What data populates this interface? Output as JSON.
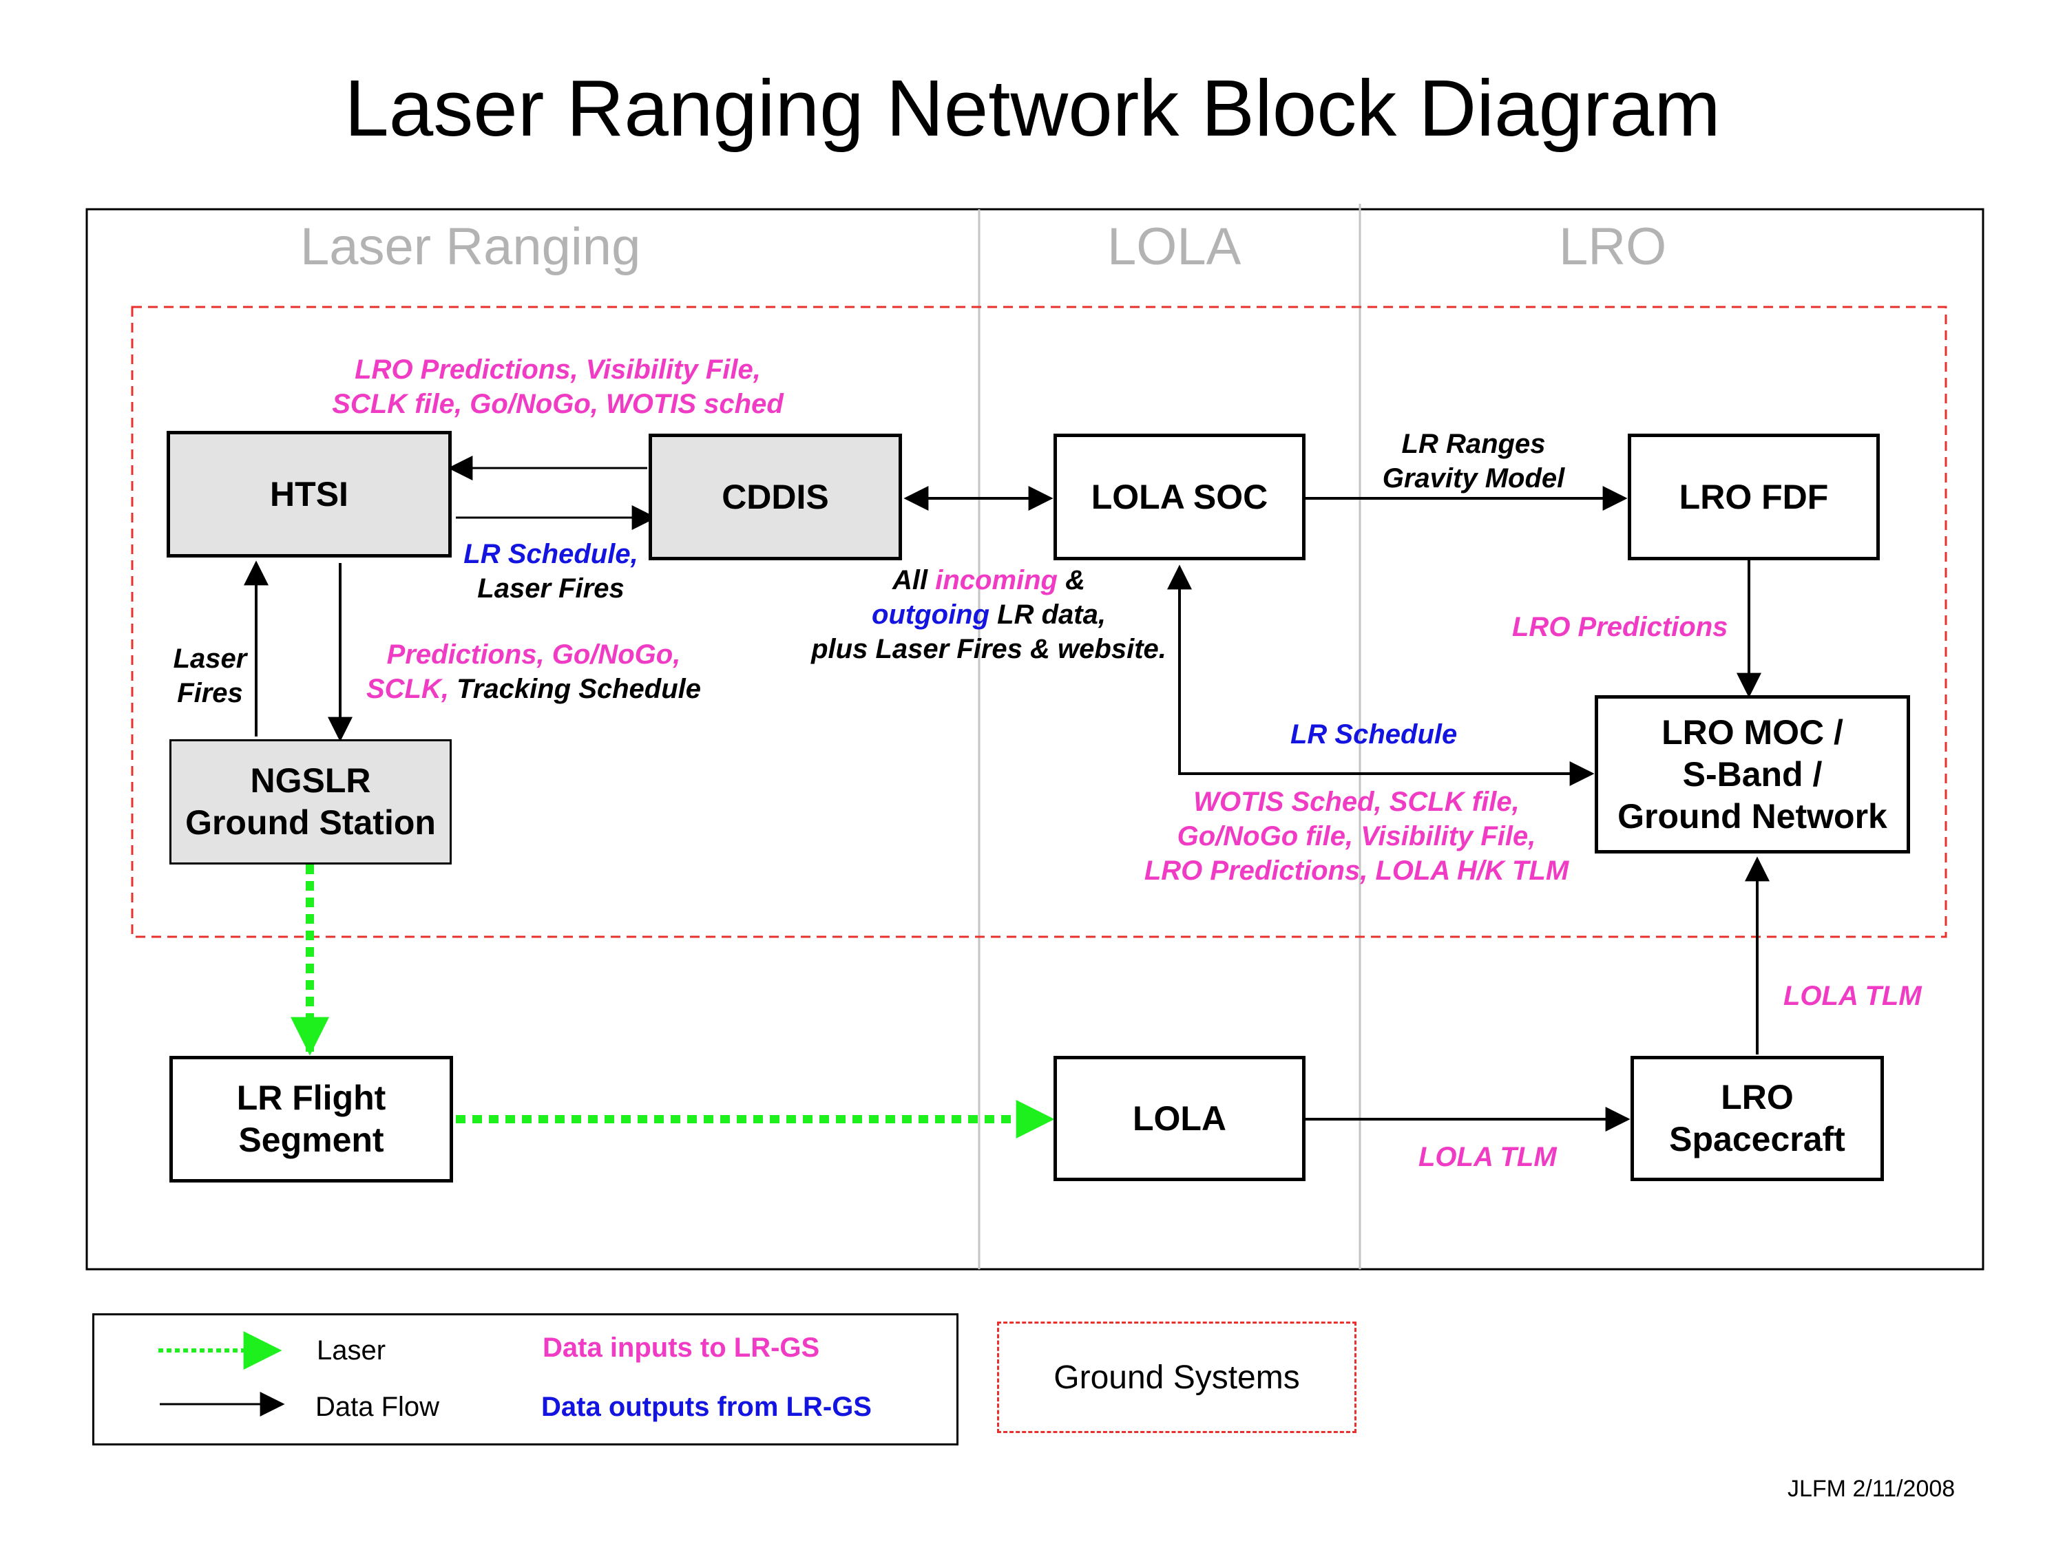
{
  "title": "Laser Ranging Network Block Diagram",
  "sections": [
    "Laser Ranging",
    "LOLA",
    "LRO"
  ],
  "boxes": {
    "htsi": "HTSI",
    "cddis": "CDDIS",
    "lola_soc": "LOLA SOC",
    "lro_fdf": "LRO FDF",
    "ngslr": "NGSLR\nGround Station",
    "lro_moc": "LRO MOC /\nS-Band /\nGround Network",
    "lr_flight": "LR Flight\nSegment",
    "lola": "LOLA",
    "lro_spacecraft": "LRO\nSpacecraft"
  },
  "labels": {
    "cddis_to_htsi_1": "LRO Predictions, Visibility File,",
    "cddis_to_htsi_2": "SCLK file, Go/NoGo, WOTIS sched",
    "htsi_to_cddis_blue": "LR Schedule,",
    "htsi_to_cddis_black": "Laser Fires",
    "laser_fires_1": "Laser",
    "laser_fires_2": "Fires",
    "htsi_to_ngslr_pink_1": "Predictions, Go/NoGo,",
    "htsi_to_ngslr_pink_2": "SCLK,",
    "htsi_to_ngslr_black_2": " Tracking Schedule",
    "all_1_black_a": "All ",
    "all_1_pink": "incoming",
    "all_1_black_b": " &",
    "all_2_blue": "outgoing",
    "all_2_black": " LR data,",
    "all_3": "plus Laser Fires & website.",
    "lr_ranges_1": "LR Ranges",
    "lr_ranges_2": "Gravity Model",
    "lro_predictions": "LRO Predictions",
    "lr_schedule": "LR Schedule",
    "moc_to_soc_1": "WOTIS Sched, SCLK file,",
    "moc_to_soc_2": "Go/NoGo file, Visibility File,",
    "moc_to_soc_3": "LRO Predictions, LOLA H/K TLM",
    "lola_tlm_right": "LOLA TLM",
    "lola_tlm_bottom": "LOLA TLM"
  },
  "legend": {
    "laser": "Laser",
    "data_flow": "Data Flow",
    "inputs": "Data inputs to LR-GS",
    "outputs": "Data outputs from LR-GS",
    "ground_systems": "Ground Systems"
  },
  "credit": "JLFM 2/11/2008",
  "colors": {
    "pink": "#f03cc4",
    "blue": "#1414e0",
    "laser_green": "#1ef01e",
    "ground_dash_red": "#e8302c",
    "section_grey": "#b3b3b3",
    "box_grey": "#e3e3e3"
  }
}
